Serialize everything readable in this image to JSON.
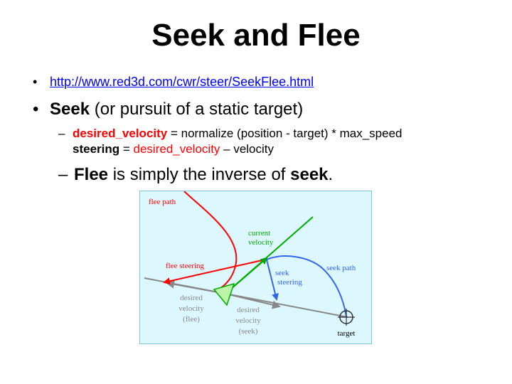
{
  "slide": {
    "title": "Seek and Flee",
    "bullets": {
      "bullet_char": "•",
      "link": "http://www.red3d.com/cwr/steer/SeekFlee.html",
      "seek_bold": "Seek",
      "seek_rest": " (or pursuit of a static target)",
      "sub_dash": "–",
      "line1_term": "desired_velocity",
      "line1_rest": " = normalize (position - target) * max_speed",
      "line2_term": "steering",
      "line2_eq": " = ",
      "line2_red": "desired_velocity",
      "line2_rest": " – velocity",
      "flee_bold": "Flee",
      "flee_mid": " is simply the inverse of ",
      "flee_seek": "seek",
      "flee_end": "."
    }
  },
  "diagram": {
    "labels": {
      "flee_path": "flee path",
      "current_velocity_1": "current",
      "current_velocity_2": "velocity",
      "flee_steering": "flee steering",
      "seek_steering_1": "seek",
      "seek_steering_2": "steering",
      "seek_path": "seek path",
      "desired_flee_1": "desired",
      "desired_flee_2": "velocity",
      "desired_flee_3": "(flee)",
      "desired_seek_1": "desired",
      "desired_seek_2": "velocity",
      "desired_seek_3": "(seek)",
      "target": "target"
    },
    "colors": {
      "background": "#ddf7ff",
      "flee": "#ff0000",
      "current_velocity": "#00aa00",
      "seek": "#3366ee",
      "desired": "#888888",
      "agent_fill": "#bbf5a8"
    }
  }
}
